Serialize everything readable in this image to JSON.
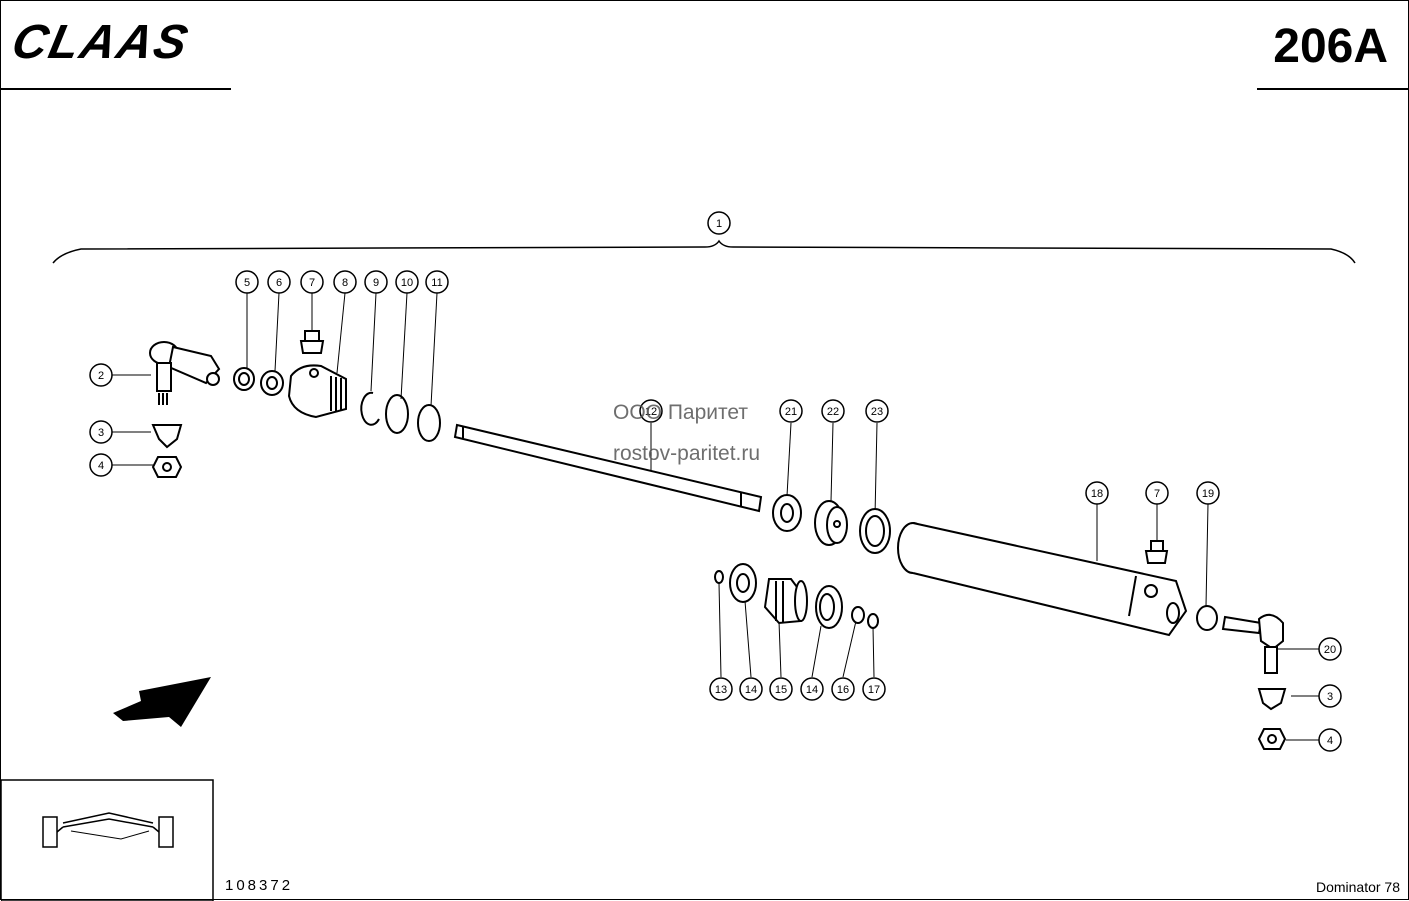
{
  "header": {
    "brand": "CLAAS",
    "sheet_number": "206A"
  },
  "footer": {
    "drawing_number": "108372",
    "model": "Dominator 78"
  },
  "watermark": {
    "line1": "ООО Паритет",
    "line2": "rostov-paritet.ru"
  },
  "callouts": [
    "1",
    "2",
    "3",
    "4",
    "5",
    "6",
    "7",
    "8",
    "9",
    "10",
    "11",
    "12",
    "13",
    "14",
    "15",
    "14",
    "16",
    "17",
    "18",
    "7",
    "19",
    "20",
    "3",
    "4",
    "21",
    "22",
    "23"
  ]
}
